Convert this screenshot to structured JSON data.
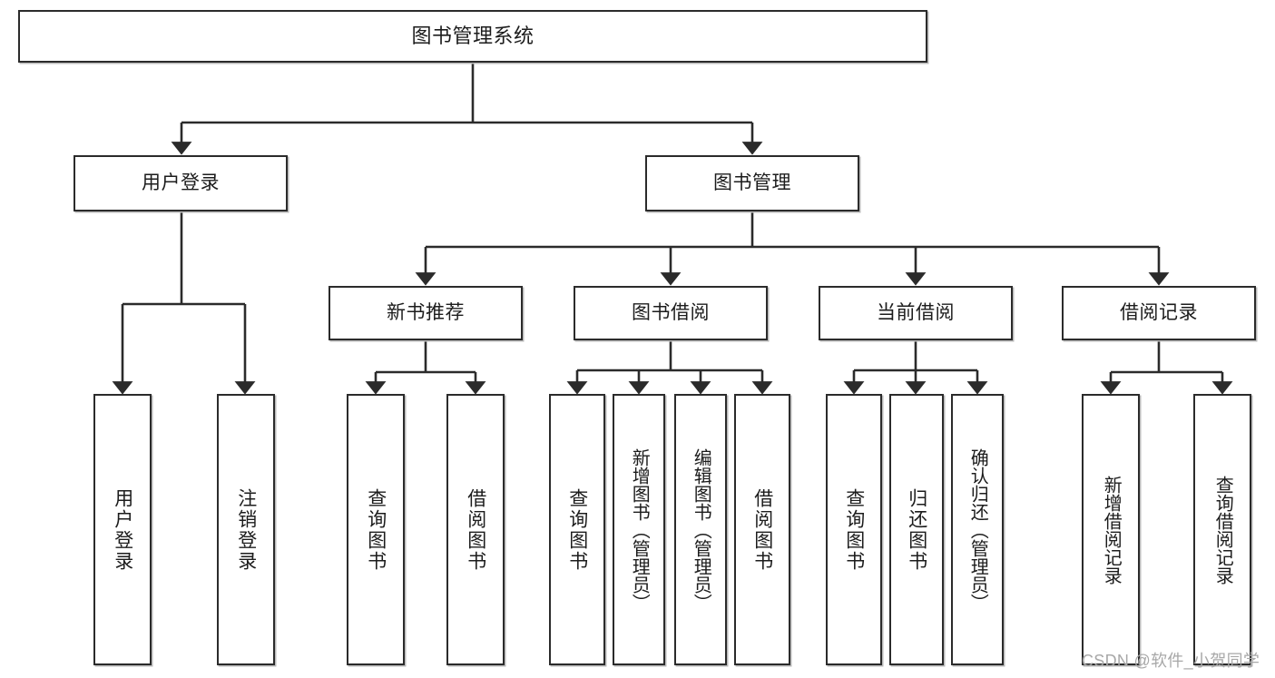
{
  "diagram": {
    "type": "tree-hierarchy",
    "title": "图书管理系统",
    "watermark": "CSDN @软件_小贺同学",
    "colors": {
      "box_border": "#2b2b2b",
      "box_fill": "#ffffff",
      "connector": "#2b2b2b",
      "text": "#1c1c1c",
      "watermark": "#a8a8a8"
    },
    "nodes": {
      "root": "图书管理系统",
      "level2": {
        "user_login": "用户登录",
        "book_manage": "图书管理"
      },
      "level3": {
        "new_book_recommend": "新书推荐",
        "book_borrow": "图书借阅",
        "current_borrow": "当前借阅",
        "borrow_record": "借阅记录"
      },
      "leaves": {
        "user_login_1": "用户登录",
        "user_login_2": "注销登录",
        "recommend_1": "查询图书",
        "recommend_2": "借阅图书",
        "borrow_1": "查询图书",
        "borrow_2": "新增图书（管理员）",
        "borrow_3": "编辑图书（管理员）",
        "borrow_4": "借阅图书",
        "current_1": "查询图书",
        "current_2": "归还图书",
        "current_3": "确认归还（管理员）",
        "record_1": "新增借阅记录",
        "record_2": "查询借阅记录"
      }
    }
  }
}
